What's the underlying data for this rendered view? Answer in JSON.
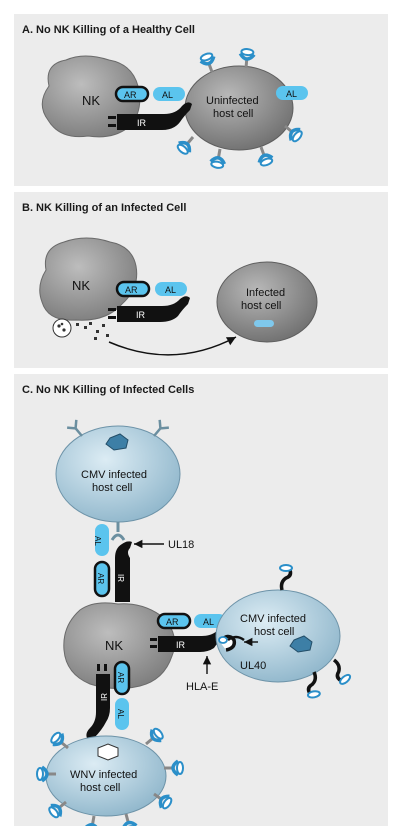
{
  "panels": {
    "a": {
      "title": "A. No NK Killing of a Healthy Cell",
      "nk": "NK",
      "ar": "AR",
      "al": "AL",
      "al2": "AL",
      "ir": "IR",
      "host_line1": "Uninfected",
      "host_line2": "host cell"
    },
    "b": {
      "title": "B. NK Killing of an Infected Cell",
      "nk": "NK",
      "ar": "AR",
      "al": "AL",
      "ir": "IR",
      "host_line1": "Infected",
      "host_line2": "host cell"
    },
    "c": {
      "title": "C. No NK Killing of Infected Cells",
      "nk": "NK",
      "cmv_top_line1": "CMV infected",
      "cmv_top_line2": "host cell",
      "cmv_right_line1": "CMV infected",
      "cmv_right_line2": "host cell",
      "wnv_line1": "WNV infected",
      "wnv_line2": "host cell",
      "al_top": "AL",
      "ar_top": "AR",
      "ir_top": "IR",
      "ar_right": "AR",
      "al_right": "AL",
      "ir_right": "IR",
      "ir_bottom": "IR",
      "ar_bottom": "AR",
      "al_bottom": "AL",
      "ul18": "UL18",
      "ul40": "UL40",
      "hlae": "HLA-E"
    }
  },
  "colors": {
    "panel_bg": "#ececec",
    "nk_gray": "#9a9a9a",
    "host_gray": "#8c8c8c",
    "light_blue": "#5bc4ee",
    "infected_blue": "#b9d7e6",
    "receptor_dark": "#1a1a1a",
    "receptor_blue": "#2b8fc9"
  }
}
